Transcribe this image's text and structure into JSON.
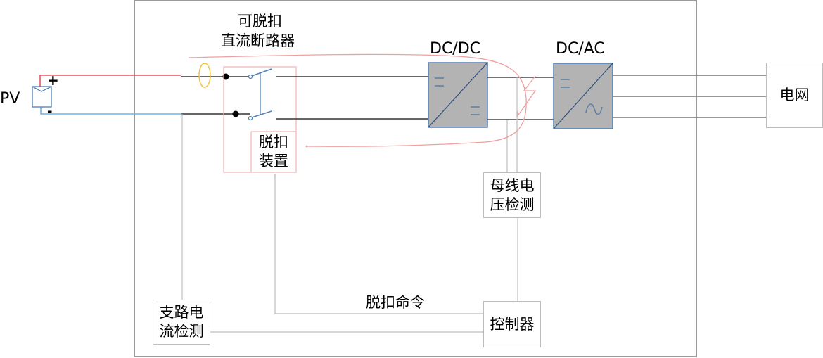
{
  "labels": {
    "pv": "PV",
    "pv_plus": "+",
    "pv_minus": "-",
    "breaker_title_line1": "可脱扣",
    "breaker_title_line2": "直流断路器",
    "dcdc": "DC/DC",
    "dcac": "DC/AC",
    "grid": "电网",
    "trip_device_line1": "脱扣",
    "trip_device_line2": "装置",
    "bus_voltage_line1": "母线电",
    "bus_voltage_line2": "压检测",
    "branch_current_line1": "支路电",
    "branch_current_line2": "流检测",
    "controller": "控制器",
    "trip_command": "脱扣命令"
  },
  "colors": {
    "positive_wire": "#e0303a",
    "negative_wire": "#4aa8e0",
    "main_wire": "#444444",
    "signal_wire": "#bdbdbd",
    "converter_fill": "#b3b3b3",
    "converter_border": "#4f7fb5",
    "loop_annotation": "#f0a0a0",
    "current_sensor": "#f0c040",
    "switch_blade": "#4f7fb5",
    "frame": "#9a9a9a"
  },
  "icons": {
    "pv_panel": "solar-panel-icon",
    "current_sensor": "current-transformer-icon",
    "switch": "switch-icon",
    "converter_dc": "dc-symbol-icon",
    "converter_ac": "ac-sine-icon",
    "fault": "lightning-fault-icon"
  }
}
